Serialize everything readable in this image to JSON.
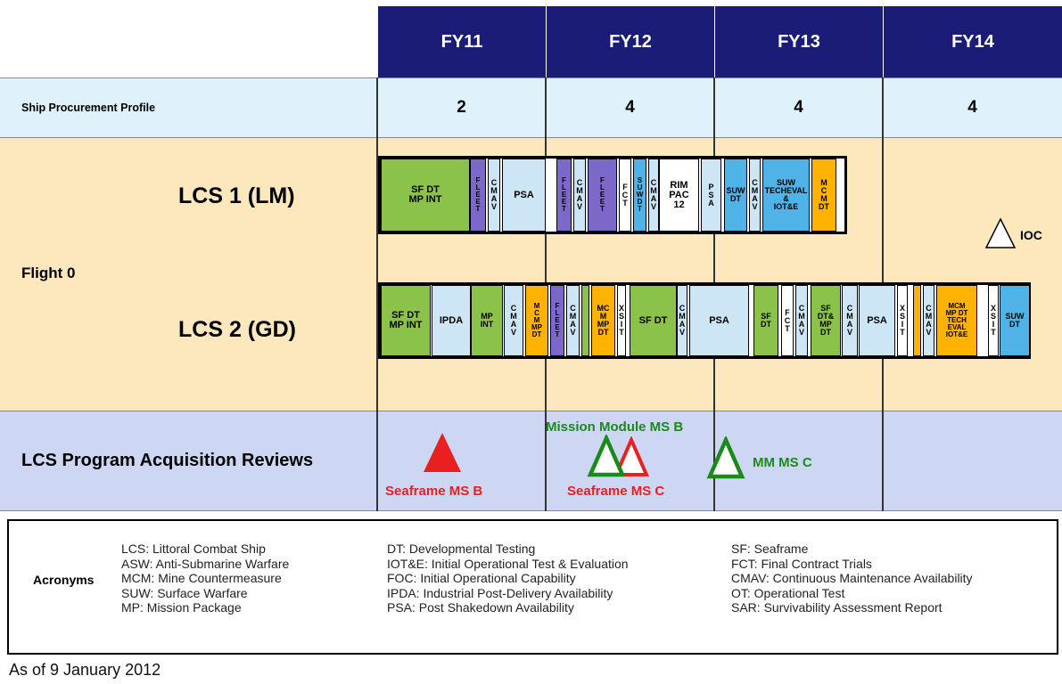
{
  "header": {
    "years": [
      "FY11",
      "FY12",
      "FY13",
      "FY14"
    ]
  },
  "procurement": {
    "label": "Ship Procurement Profile",
    "values": [
      "2",
      "4",
      "4",
      "4"
    ]
  },
  "flight": {
    "label": "Flight 0",
    "lcs1": {
      "label": "LCS 1 (LM)",
      "events": [
        {
          "text": "SF DT\nMP INT",
          "color": "#8bc34a"
        },
        {
          "text": "F\nL\nE\nE\nT",
          "color": "#7b68c8"
        },
        {
          "text": "C\nM\nA\nV",
          "color": "#cce6f5"
        },
        {
          "text": "PSA",
          "color": "#cce6f5"
        },
        {
          "text": "F\nL\nE\nE\nT",
          "color": "#7b68c8"
        },
        {
          "text": "C\nM\nA\nV",
          "color": "#cce6f5"
        },
        {
          "text": "F\nL\nE\nE\nT",
          "color": "#7b68c8"
        },
        {
          "text": "F\nC\nT",
          "color": "#ffffff"
        },
        {
          "text": "S\nU\nW\nD\nT",
          "color": "#4fb3e8"
        },
        {
          "text": "C\nM\nA\nV",
          "color": "#cce6f5"
        },
        {
          "text": "RIM\nPAC\n12",
          "color": "#ffffff"
        },
        {
          "text": "P\nS\nA",
          "color": "#cce6f5"
        },
        {
          "text": "SUW\nDT",
          "color": "#4fb3e8"
        },
        {
          "text": "C\nM\nA\nV",
          "color": "#cce6f5"
        },
        {
          "text": "SUW\nTECHEVAL\n&\nIOT&E",
          "color": "#4fb3e8"
        },
        {
          "text": "M\nC\nM\nDT",
          "color": "#ffb300"
        }
      ],
      "ioc": "IOC"
    },
    "lcs2": {
      "label": "LCS 2 (GD)",
      "events": [
        {
          "text": "SF DT\nMP INT",
          "color": "#8bc34a"
        },
        {
          "text": "IPDA",
          "color": "#cce6f5"
        },
        {
          "text": "MP\nINT",
          "color": "#8bc34a"
        },
        {
          "text": "C\nM\nA\nV",
          "color": "#cce6f5"
        },
        {
          "text": "M\nC\nM\nMP\nDT",
          "color": "#ffb300"
        },
        {
          "text": "F\nL\nE\nE\nT",
          "color": "#7b68c8"
        },
        {
          "text": "C\nM\nA\nV",
          "color": "#cce6f5"
        },
        {
          "text": "",
          "color": "#8bc34a"
        },
        {
          "text": "MC\nM\nMP\nDT",
          "color": "#ffb300"
        },
        {
          "text": "X\nS\nI\nT",
          "color": "#ffffff"
        },
        {
          "text": "SF DT",
          "color": "#8bc34a"
        },
        {
          "text": "C\nM\nA\nV",
          "color": "#cce6f5"
        },
        {
          "text": "PSA",
          "color": "#cce6f5"
        },
        {
          "text": "SF\nDT",
          "color": "#8bc34a"
        },
        {
          "text": "F\nC\nT",
          "color": "#ffffff"
        },
        {
          "text": "C\nM\nA\nV",
          "color": "#cce6f5"
        },
        {
          "text": "SF\nDT&\nMP\nDT",
          "color": "#8bc34a"
        },
        {
          "text": "C\nM\nA\nV",
          "color": "#cce6f5"
        },
        {
          "text": "PSA",
          "color": "#cce6f5"
        },
        {
          "text": "X\nS\nI\nT",
          "color": "#ffffff"
        },
        {
          "text": "",
          "color": "#ffb300"
        },
        {
          "text": "C\nM\nA\nV",
          "color": "#cce6f5"
        },
        {
          "text": "MCM\nMP DT\nTECH\nEVAL\nIOT&E",
          "color": "#ffb300"
        },
        {
          "text": "X\nS\nI\nT",
          "color": "#ffffff"
        },
        {
          "text": "SUW\nDT",
          "color": "#4fb3e8"
        }
      ]
    }
  },
  "reviews": {
    "label": "LCS Program Acquisition Reviews",
    "seaframe_ms_b": "Seaframe MS B",
    "mission_module_ms_b": "Mission Module MS B",
    "seaframe_ms_c": "Seaframe MS C",
    "mm_ms_c": "MM MS C",
    "colors": {
      "seaframe": "#e82020",
      "mission_module": "#1a8a1a"
    }
  },
  "legend": {
    "title": "Acronyms",
    "col1": [
      "LCS: Littoral Combat Ship",
      "ASW: Anti-Submarine Warfare",
      "MCM: Mine Countermeasure",
      "SUW: Surface Warfare",
      "MP: Mission Package"
    ],
    "col2": [
      "DT: Developmental Testing",
      "IOT&E: Initial Operational Test & Evaluation",
      "FOC: Initial Operational Capability",
      "IPDA: Industrial Post-Delivery Availability",
      "PSA: Post Shakedown Availability"
    ],
    "col3": [
      "SF: Seaframe",
      "FCT: Final Contract Trials",
      "CMAV: Continuous Maintenance Availability",
      "OT: Operational Test",
      "SAR: Survivability Assessment Report"
    ]
  },
  "footer": {
    "as_of": "As of 9 January 2012"
  },
  "colors": {
    "header_navy": "#1b1b78",
    "procurement_bg": "#dff1fb",
    "flight_bg": "#fde7bd",
    "reviews_bg": "#cdd6f3"
  }
}
